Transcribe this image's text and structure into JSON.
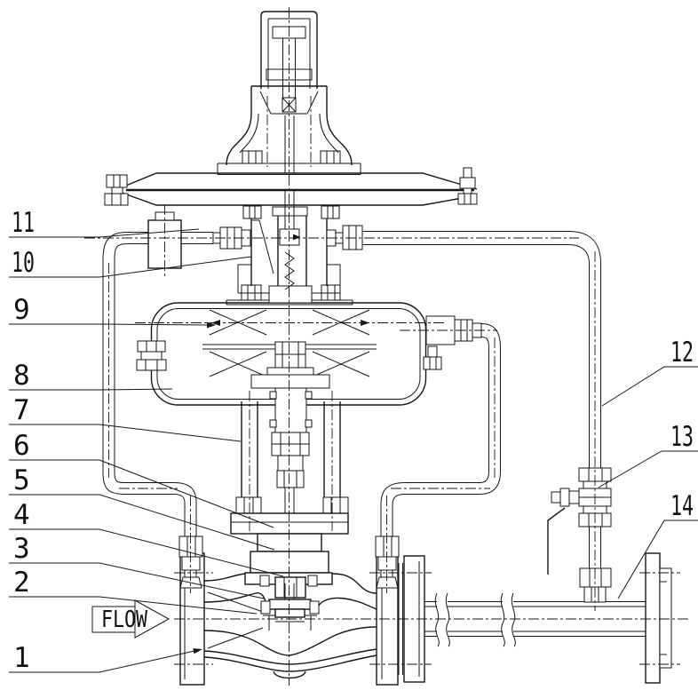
{
  "page": {
    "background": "#ffffff",
    "line_color": "#161616",
    "figure_type": "valve-sectional-assembly-drawing"
  },
  "flow_arrow": {
    "label": "FLOW"
  },
  "callouts": {
    "items": [
      {
        "label": "11"
      },
      {
        "label": "10"
      },
      {
        "label": "9"
      },
      {
        "label": "8"
      },
      {
        "label": "7"
      },
      {
        "label": "6"
      },
      {
        "label": "5"
      },
      {
        "label": "4"
      },
      {
        "label": "3"
      },
      {
        "label": "2"
      },
      {
        "label": "1"
      },
      {
        "label": "12"
      },
      {
        "label": "13"
      },
      {
        "label": "14"
      }
    ]
  }
}
